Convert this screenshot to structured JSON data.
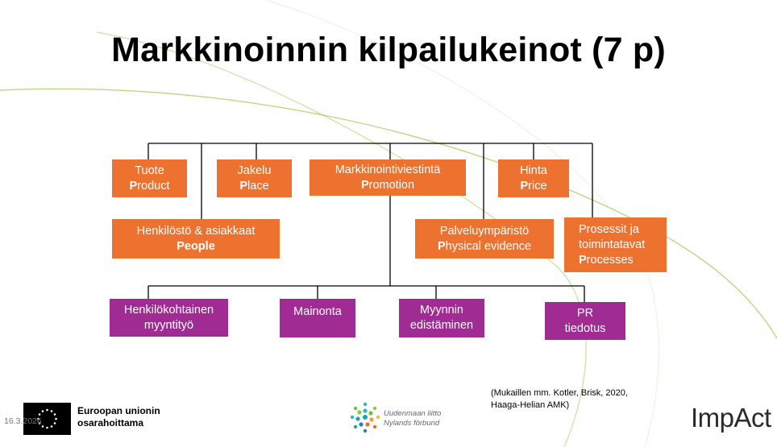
{
  "title": "Markkinoinnin kilpailukeinot (7 p)",
  "colors": {
    "orange": "#ED7230",
    "purple": "#A02B93",
    "connector": "#000000",
    "deco_green": "#8DC63F"
  },
  "boxes": {
    "product": {
      "line1": "Tuote",
      "initial": "P",
      "rest": "roduct"
    },
    "place": {
      "line1": "Jakelu",
      "initial": "P",
      "rest": "lace"
    },
    "promotion": {
      "line1": "Markkinointiviestintä",
      "initial": "P",
      "rest": "romotion"
    },
    "price": {
      "line1": "Hinta",
      "initial": "P",
      "rest": "rice"
    },
    "people": {
      "line1": "Henkilöstö & asiakkaat",
      "line2": "People"
    },
    "physical": {
      "line1": "Palveluympäristö",
      "initial": "P",
      "rest": "hysical evidence"
    },
    "processes": {
      "line1": "Prosessit ja",
      "line2": "toimintatavat",
      "initial": "P",
      "rest": "rocesses"
    }
  },
  "promotion_children": [
    {
      "line1": "Henkilökohtainen",
      "line2": "myyntityö"
    },
    {
      "line1": "Mainonta"
    },
    {
      "line1": "Myynnin",
      "line2": "edistäminen"
    },
    {
      "line1": "PR",
      "line2": "tiedotus"
    }
  ],
  "source": {
    "line1": "(Mukaillen mm. Kotler, Brisk, 2020,",
    "line2": "Haaga-Helian AMK)"
  },
  "footer": {
    "date": "16.3.2026",
    "eu_line1": "Euroopan unionin",
    "eu_line2": "osarahoittama",
    "uusimaa_line1": "Uudenmaan liitto",
    "uusimaa_line2": "Nylands förbund",
    "impact_logo": "ImpAct"
  },
  "icons": {
    "eu_flag": "eu-flag-icon",
    "uusimaa": "uusimaa-logo-icon"
  }
}
